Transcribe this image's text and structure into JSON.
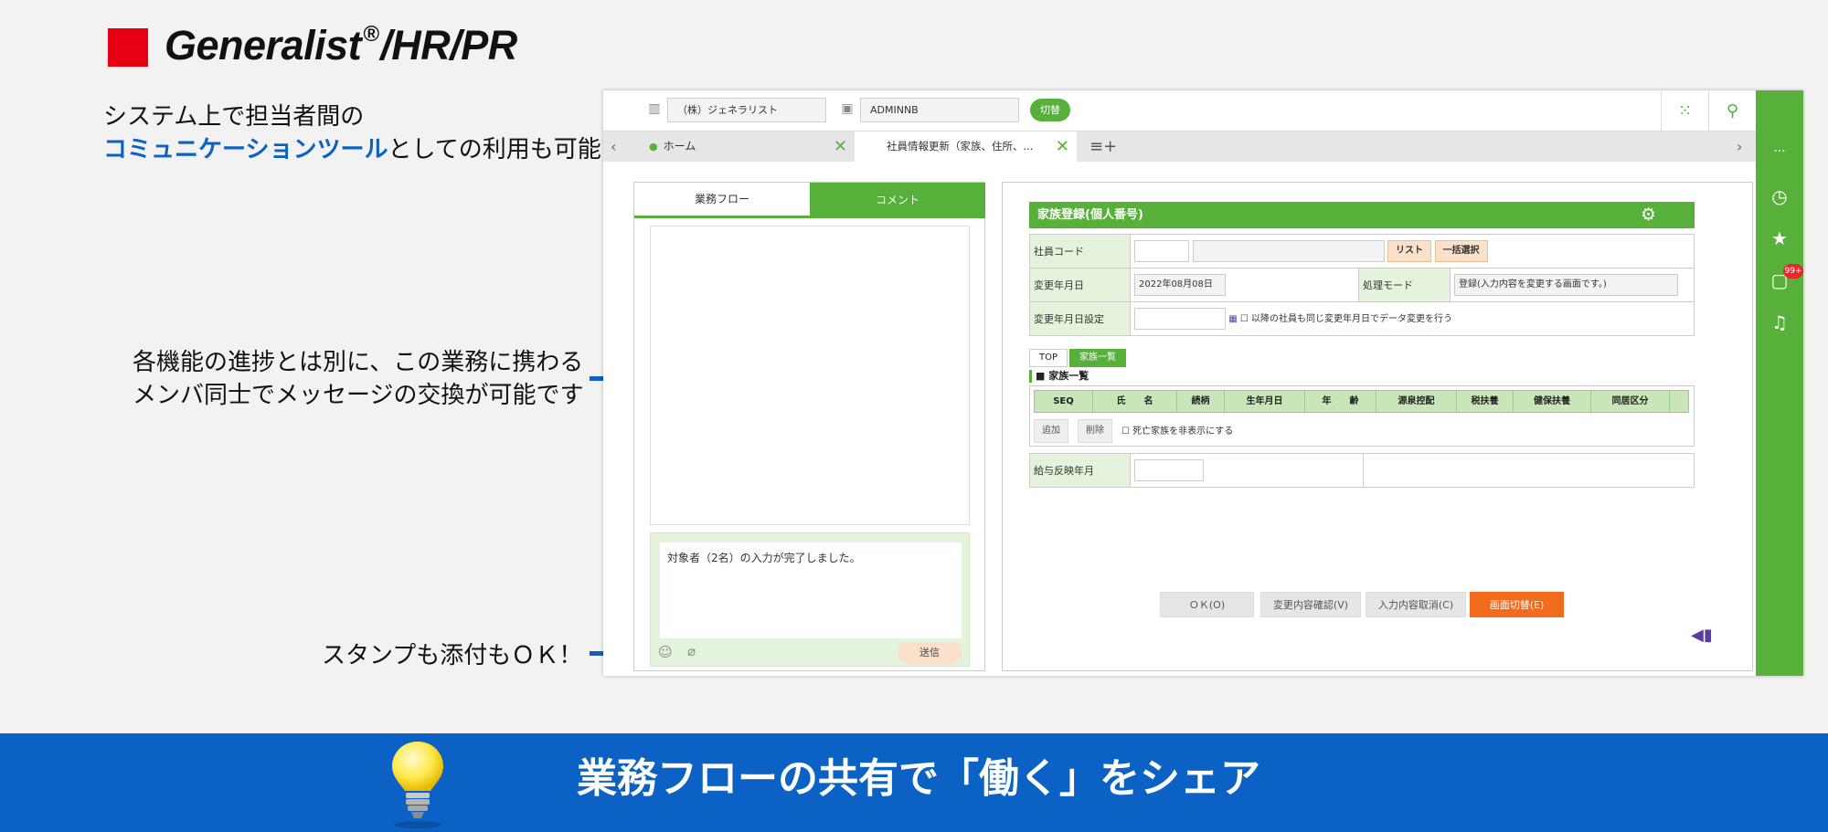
{
  "header": {
    "brand": "Generalist",
    "brand_reg": "®",
    "brand_suffix": "/HR/PR",
    "colors": {
      "red": "#e60012",
      "blue": "#0b62c4",
      "green": "#56b03a",
      "orange": "#f26a1b"
    }
  },
  "intro": {
    "line1": "システム上で担当者間の",
    "line2_highlight": "コミュニケーションツール",
    "line2_rest": "としての利用も可能に。"
  },
  "callout1": {
    "line1": "各機能の進捗とは別に、この業務に携わる",
    "line2": "メンバ同士でメッセージの交換が可能です"
  },
  "callout2": {
    "text": "スタンプも添付もＯＫ！"
  },
  "app": {
    "topbar": {
      "company_icon": "building-icon",
      "company": "（株）ジェネラリスト",
      "user_icon": "id-badge-icon",
      "user": "ADMINNB",
      "switch_label": "切替",
      "right_icons": [
        "grid-icon",
        "search-icon",
        "logout-icon"
      ]
    },
    "tabs": {
      "left_arrow": "‹",
      "right_arrow": "›",
      "items": [
        {
          "label": "ホーム"
        },
        {
          "label": "社員情報更新（家族、住所、..."
        }
      ],
      "close": "✕",
      "add_icon": "add-tab-icon"
    },
    "sidebar": {
      "items": [
        "more-icon",
        "history-icon",
        "star-icon",
        "inbox-icon",
        "bell-icon"
      ],
      "more": "···",
      "badge": "99+"
    },
    "left_panel": {
      "tab_flow": "業務フロー",
      "tab_comment": "コメント",
      "compose_text": "対象者（2名）の入力が完了しました。",
      "send": "送信"
    },
    "right_panel": {
      "title": "家族登録(個人番号)",
      "fields": {
        "employee_code": "社員コード",
        "list_btn": "リスト",
        "bulk_btn": "一括選択",
        "change_date": "変更年月日",
        "change_date_value": "2022年08月08日",
        "process_mode": "処理モード",
        "process_mode_value": "登録(入力内容を変更する画面です。)",
        "change_date_setting": "変更年月日設定",
        "change_date_setting_note": "以降の社員も同じ変更年月日でデータ変更を行う"
      },
      "subtabs": [
        "TOP",
        "家族一覧"
      ],
      "family_title": "■ 家族一覧",
      "family_columns": [
        "SEQ",
        "氏　　名",
        "続柄",
        "生年月日",
        "年　　齢",
        "源泉控配",
        "税扶養",
        "健保扶養",
        "同居区分"
      ],
      "add": "追加",
      "delete": "削除",
      "hide_deceased": "死亡家族を非表示にする",
      "salary_month": "給与反映年月",
      "buttons": {
        "ok": "ＯＫ(O)",
        "confirm": "変更内容確認(V)",
        "cancel": "入力内容取消(C)",
        "switch": "画面切替(E)"
      }
    }
  },
  "banner": {
    "text": "業務フローの共有で「働く」をシェア",
    "icon": "lightbulb-icon"
  }
}
